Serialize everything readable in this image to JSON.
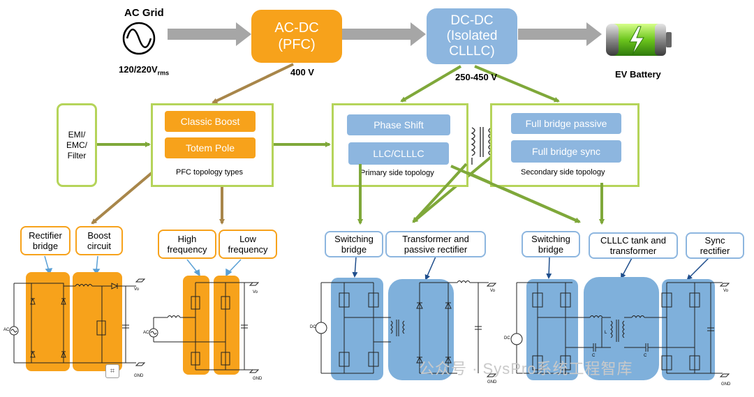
{
  "top": {
    "ac_grid_label": "AC Grid",
    "voltage_label": "120/220V",
    "voltage_sub": "rms",
    "acdc_line1": "AC-DC",
    "acdc_line2": "(PFC)",
    "acdc_out": "400 V",
    "dcdc_line1": "DC-DC",
    "dcdc_line2": "(Isolated",
    "dcdc_line3": "CLLLC)",
    "dcdc_out": "250-450 V",
    "battery_label": "EV Battery"
  },
  "middle": {
    "emi_label_1": "EMI/",
    "emi_label_2": "EMC/",
    "emi_label_3": "Filter",
    "pfc_options": [
      "Classic Boost",
      "Totem Pole"
    ],
    "pfc_caption": "PFC topology types",
    "primary_options": [
      "Phase Shift",
      "LLC/CLLLC"
    ],
    "primary_caption": "Primary side topology",
    "secondary_options": [
      "Full bridge passive",
      "Full bridge sync"
    ],
    "secondary_caption": "Secondary side topology"
  },
  "bottom": {
    "classic_labels": [
      {
        "l1": "Rectifier",
        "l2": "bridge"
      },
      {
        "l1": "Boost",
        "l2": "circuit"
      }
    ],
    "totem_labels": [
      {
        "l1": "High",
        "l2": "frequency"
      },
      {
        "l1": "Low",
        "l2": "frequency"
      }
    ],
    "ps_labels": [
      {
        "l1": "Switching",
        "l2": "bridge"
      },
      {
        "l1": "Transformer and",
        "l2": "passive rectifier"
      }
    ],
    "cllc_labels": [
      {
        "l1": "Switching",
        "l2": "bridge"
      },
      {
        "l1": "CLLLC tank and",
        "l2": "transformer"
      },
      {
        "l1": "Sync",
        "l2": "rectifier"
      }
    ],
    "schem_text": {
      "ac": "AC",
      "dc": "DC",
      "vo": "Vo",
      "gnd": "GND",
      "l": "L",
      "c": "C"
    }
  },
  "watermark": "公众号 · SysPro系统工程智库",
  "colors": {
    "orange": "#f7a21b",
    "blue": "#8db6df",
    "green": "#7fa83a",
    "frame_green": "#b5d45a",
    "arrow_gray": "#a6a6a6",
    "brown": "#a8864a"
  }
}
